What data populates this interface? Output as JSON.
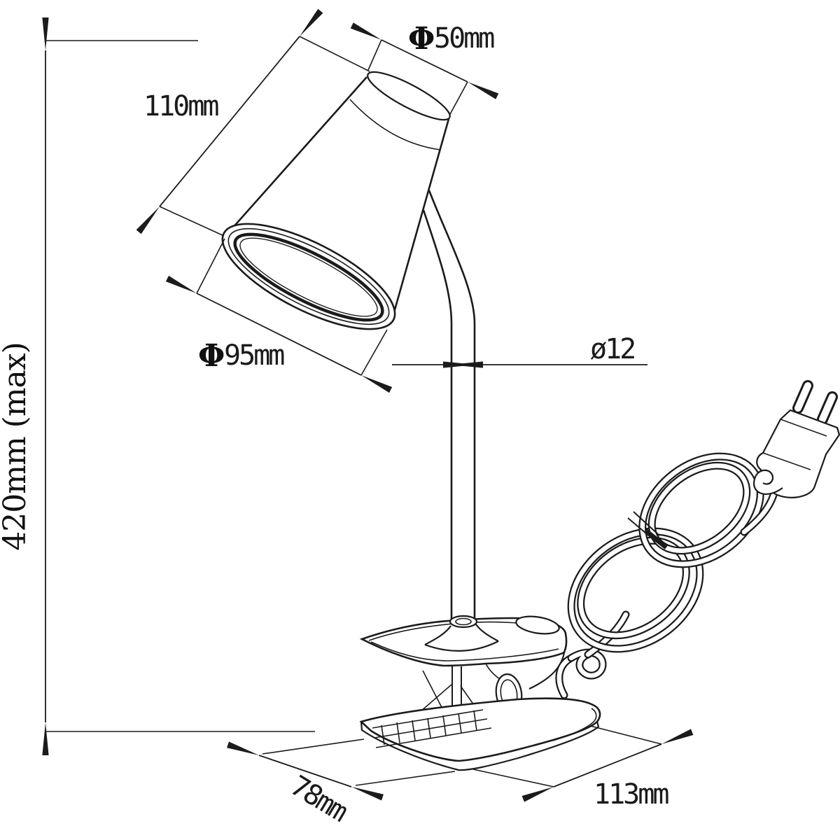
{
  "drawing": {
    "type": "technical-dimension-diagram",
    "subject": "clip-on gooseneck desk lamp with power cord and EU plug",
    "colors": {
      "ink": "#1b1b1b",
      "background": "#ffffff"
    },
    "dimensions": {
      "shade_top_diameter": {
        "symbol": "Φ",
        "value": "50mm"
      },
      "shade_length": {
        "value": "110mm"
      },
      "shade_opening_diameter": {
        "symbol": "Φ",
        "value": "95mm"
      },
      "gooseneck_diameter": {
        "value": "ø12"
      },
      "max_height": {
        "value": "420mm (max)"
      },
      "clamp_depth": {
        "value": "78mm"
      },
      "clamp_width": {
        "value": "113mm"
      }
    }
  }
}
